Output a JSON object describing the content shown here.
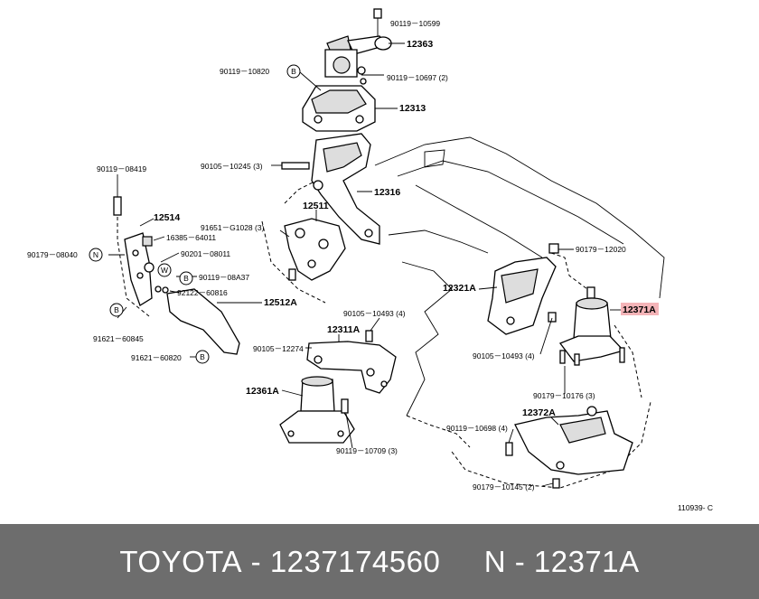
{
  "diagram_code": "110939- C",
  "highlight_color": "#f4b4b8",
  "labels": {
    "l_90119_10599": "90119－10599",
    "l_12363": "12363",
    "l_90119_10820": "90119－10820",
    "l_90119_10697": "90119－10697 (2)",
    "l_12313": "12313",
    "l_90105_10245": "90105－10245 (3)",
    "l_12316": "12316",
    "l_90119_08419": "90119－08419",
    "l_12514": "12514",
    "l_12511": "12511",
    "l_91651_g1028": "91651－G1028 (3)",
    "l_16385_64011": "16385－64011",
    "l_90179_08040": "90179－08040",
    "l_90201_08011": "90201－08011",
    "l_90119_08a37": "90119－08A37",
    "l_92122_60816": "92122－60816",
    "l_12512a": "12512A",
    "l_91621_60845": "91621－60845",
    "l_91621_60820": "91621－60820",
    "l_90105_10493_4": "90105－10493 (4)",
    "l_12311a": "12311A",
    "l_90105_12274": "90105－12274",
    "l_12361a": "12361A",
    "l_90119_10709": "90119－10709 (3)",
    "l_90179_12020": "90179－12020",
    "l_12321a": "12321A",
    "l_12371a": "12371A",
    "l_90105_10493_4b": "90105－10493 (4)",
    "l_90179_10176": "90179－10176 (3)",
    "l_90119_10698": "90119－10698 (4)",
    "l_12372a": "12372A",
    "l_90179_10145": "90179－10145 (2)"
  },
  "circle_marks": {
    "b1": "B",
    "n1": "N",
    "w1": "W",
    "b2": "B",
    "b3": "B",
    "b4": "B"
  },
  "footer": {
    "brand": "TOYOTA",
    "sep1": " - ",
    "part_number": "1237174560",
    "gap": "     ",
    "prefix": "N",
    "sep2": " - ",
    "ref": "12371A"
  }
}
